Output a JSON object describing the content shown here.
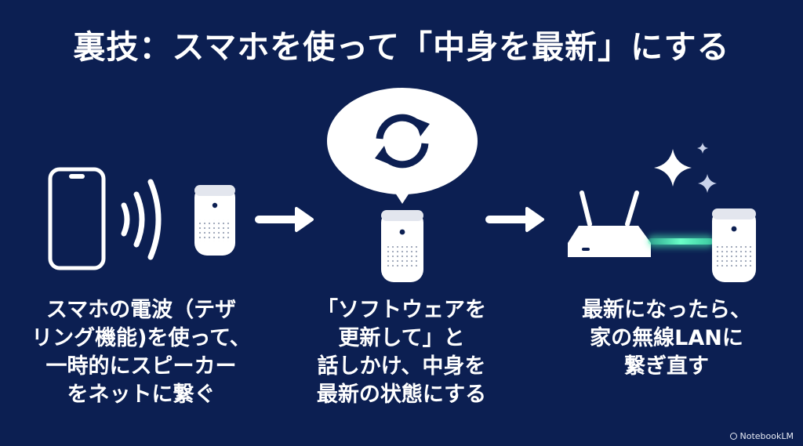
{
  "title": "裏技：スマホを使って「中身を最新」にする",
  "steps": [
    {
      "caption": "スマホの電波（テザ\nリング機能)を使って、\n一時的にスピーカー\nをネットに繋ぐ"
    },
    {
      "caption": "「ソフトウェアを\n更新して」と\n話しかけ、中身を\n最新の状態にする"
    },
    {
      "caption": "最新になったら、\n家の無線LANに\n繋ぎ直す"
    }
  ],
  "icons": [
    "smartphone-icon",
    "radio-waves-icon",
    "smart-speaker-icon",
    "arrow-right-icon",
    "speech-bubble-icon",
    "refresh-icon",
    "wifi-router-icon",
    "connection-beam-icon",
    "sparkle-icon"
  ],
  "colors": {
    "background": "#0c1f52",
    "foreground": "#ffffff",
    "beam": "#48f0b4"
  },
  "brand": "NotebookLM"
}
